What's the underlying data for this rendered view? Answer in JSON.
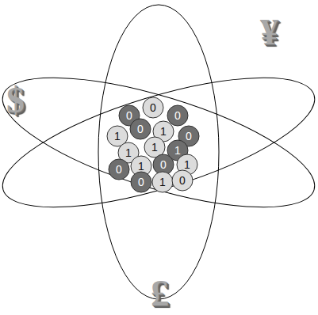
{
  "diagram": {
    "nodes": [
      {
        "text": [
          "0"
        ]
      },
      {
        "text": [
          "0"
        ]
      },
      {
        "text": [
          "0"
        ]
      },
      {
        "text": [
          "1"
        ]
      },
      {
        "text": [
          "0"
        ]
      },
      {
        "text": [
          "1"
        ]
      },
      {
        "text": [
          "0"
        ]
      },
      {
        "text": [
          "1"
        ]
      },
      {
        "text": [
          "1"
        ]
      },
      {
        "text": [
          "1"
        ]
      },
      {
        "text": [
          "0"
        ]
      },
      {
        "text": [
          "1"
        ]
      },
      {
        "text": [
          "0"
        ]
      },
      {
        "text": [
          "1"
        ]
      },
      {
        "text": [
          "0"
        ]
      },
      {
        "text": [
          "1"
        ]
      },
      {
        "text": [
          "0"
        ]
      }
    ],
    "labels": [
      "$",
      "¥",
      "£"
    ]
  }
}
